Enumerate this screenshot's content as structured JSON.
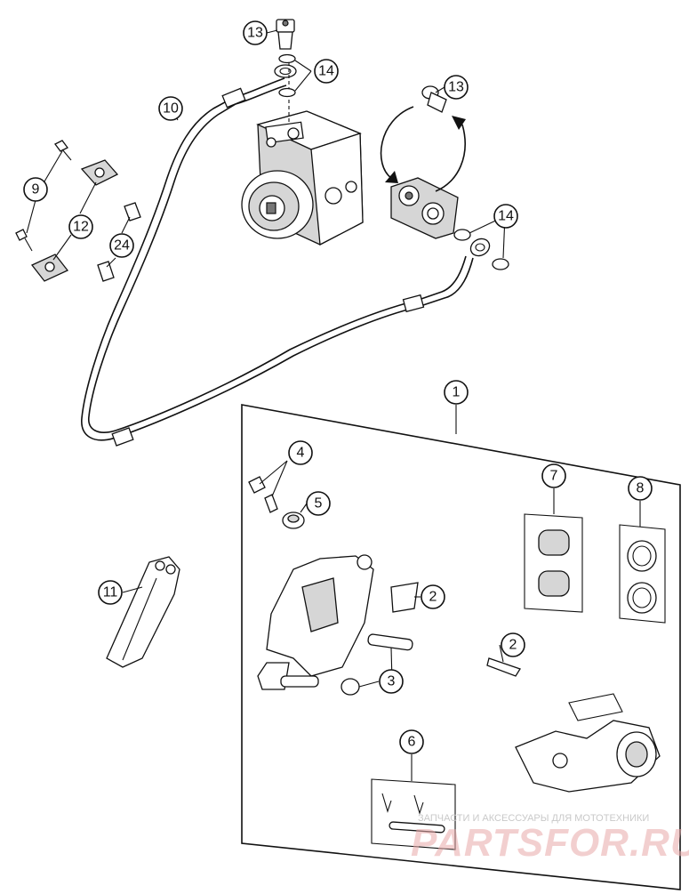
{
  "callouts": {
    "c1": "1",
    "c2a": "2",
    "c2b": "2",
    "c3": "3",
    "c4": "4",
    "c5": "5",
    "c6": "6",
    "c7": "7",
    "c8": "8",
    "c9": "9",
    "c10": "10",
    "c11": "11",
    "c12": "12",
    "c13a": "13",
    "c13b": "13",
    "c14a": "14",
    "c14b": "14",
    "c24": "24"
  },
  "watermark": {
    "tagline": "ЗАПЧАСТИ И АКСЕССУАРЫ ДЛЯ МОТОТЕХНИКИ",
    "brand": "PARTSFOR.RU"
  }
}
